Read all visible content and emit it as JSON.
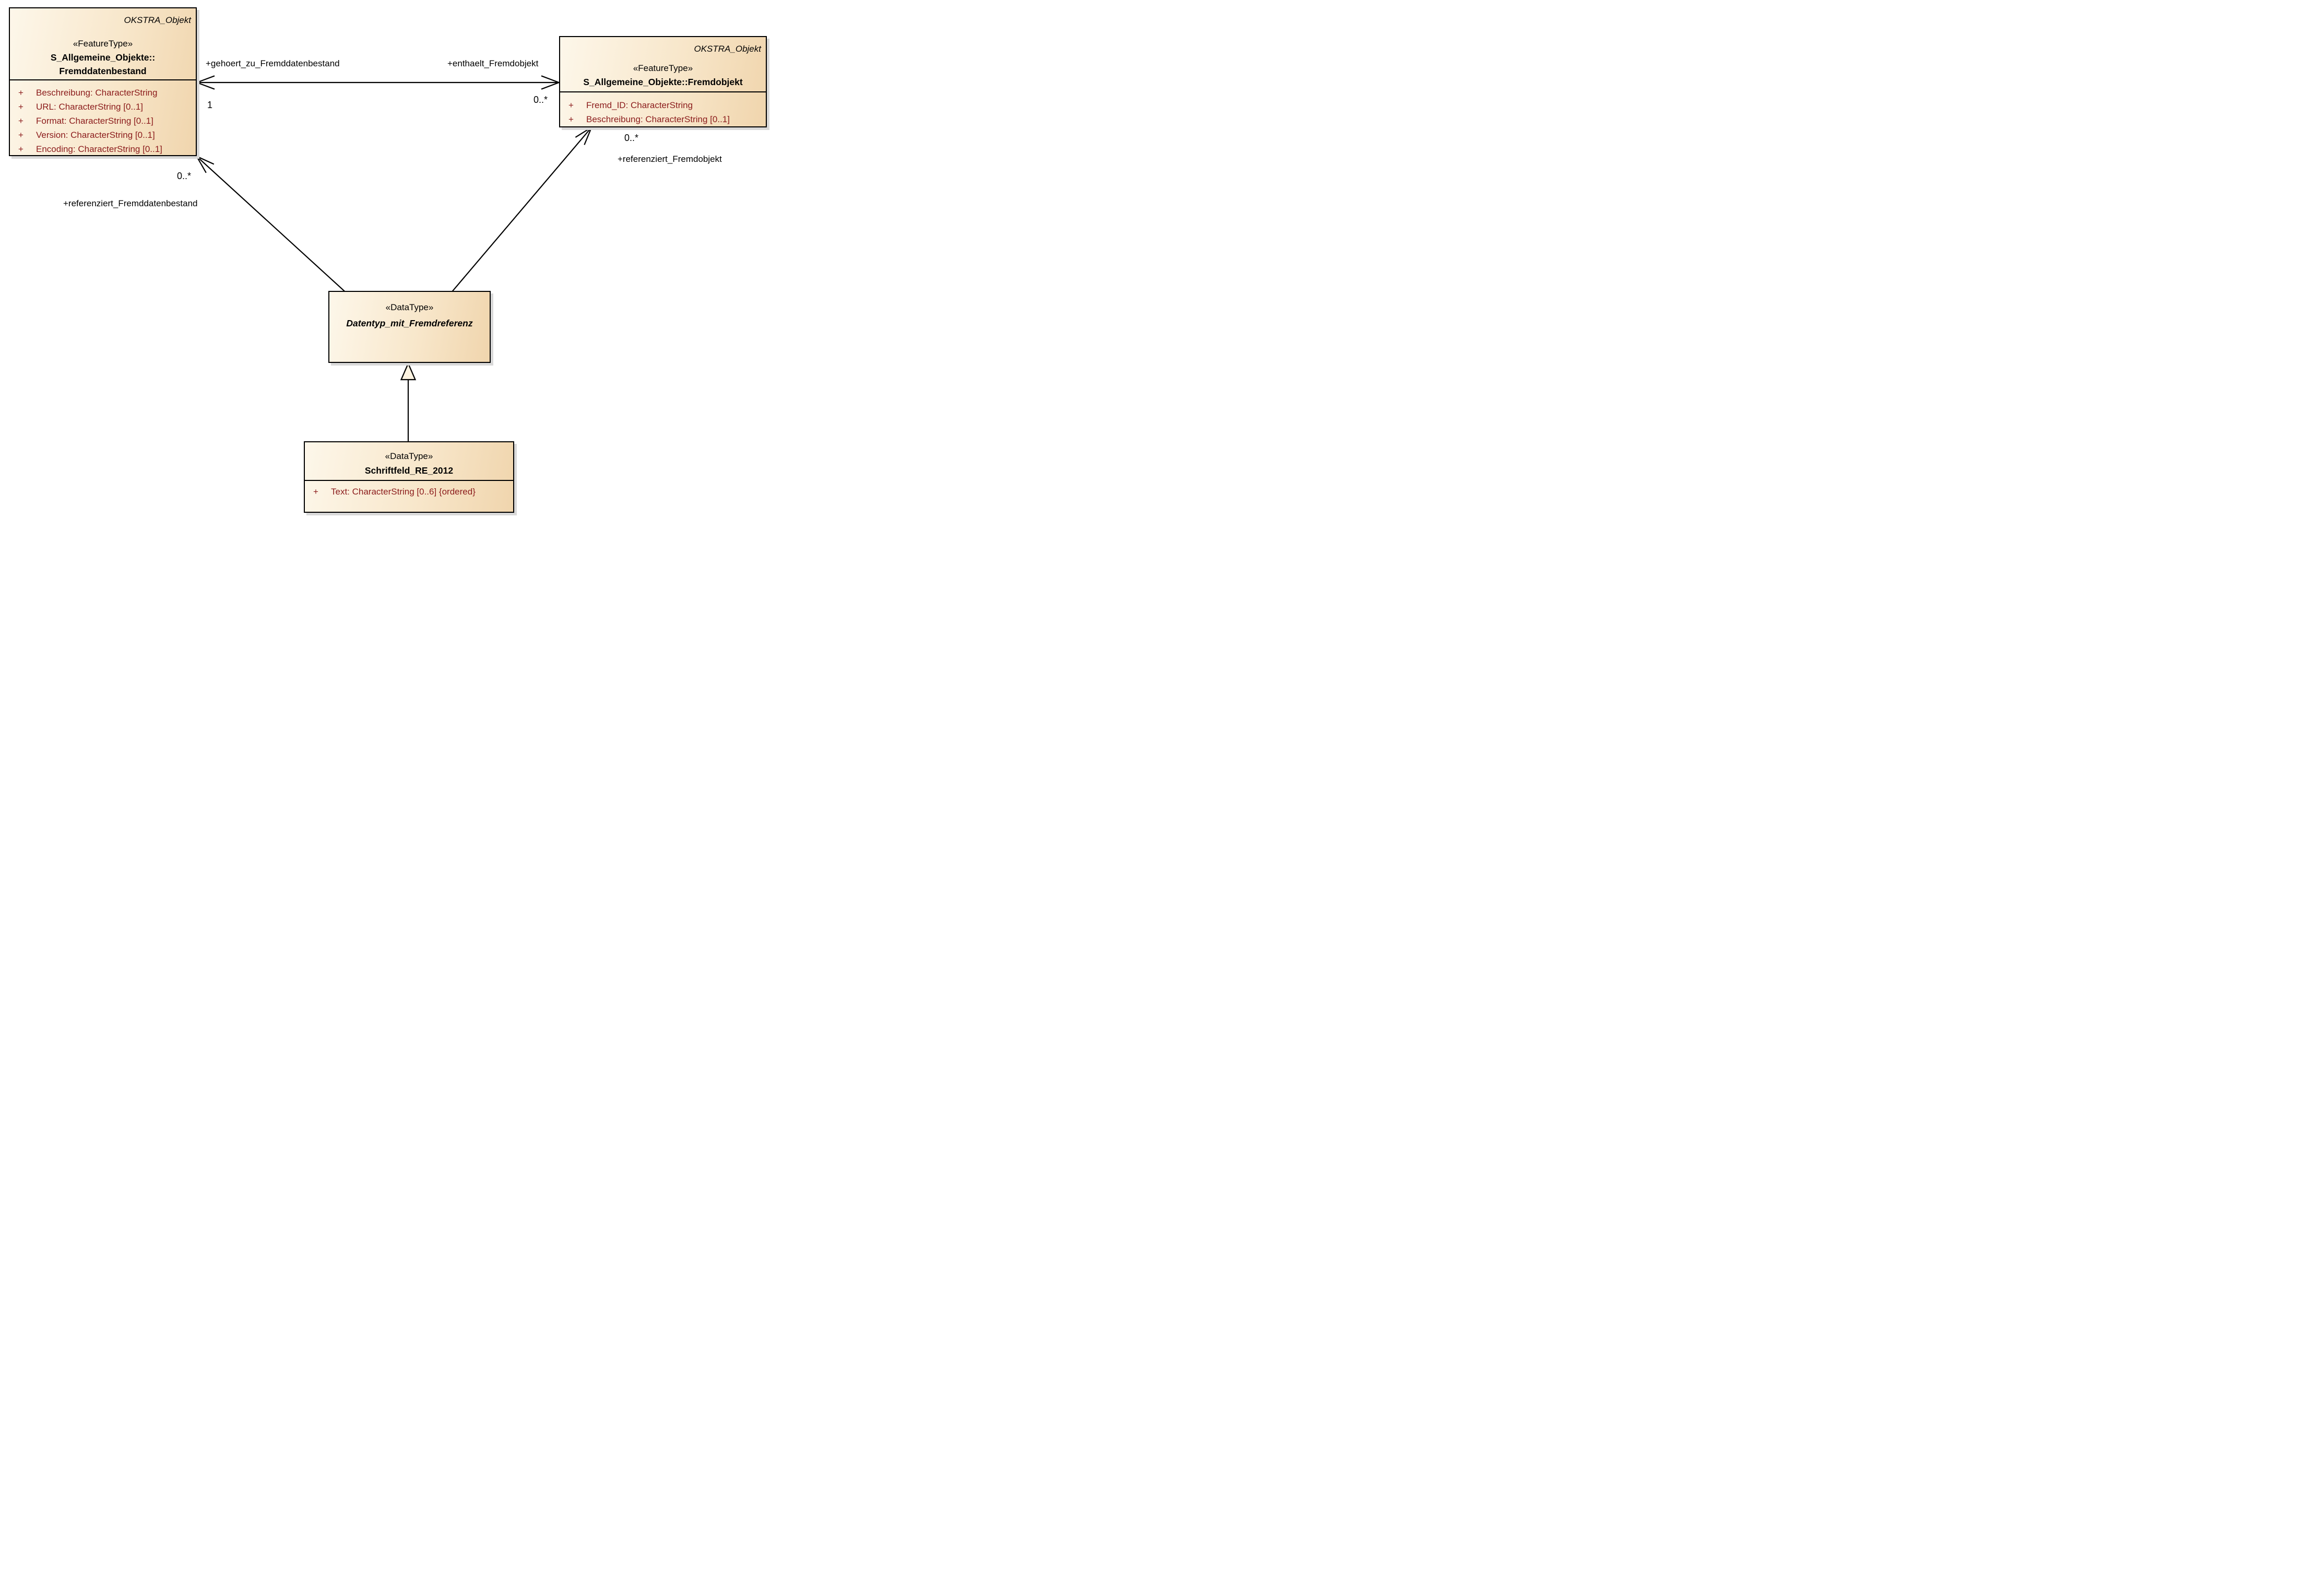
{
  "diagram": {
    "colors": {
      "box_fill_light": "#fdf7ea",
      "box_fill_dark": "#f0d5ad",
      "box_border": "#000000",
      "attribute_text": "#8b1b1b",
      "shadow": "#d9d9d9",
      "line": "#000000"
    },
    "classes": {
      "fremddatenbestand": {
        "package": "OKSTRA_Objekt",
        "stereotype": "«FeatureType»",
        "name_line1": "S_Allgemeine_Objekte::",
        "name_line2": "Fremddatenbestand",
        "attributes": [
          {
            "vis": "+",
            "text": "Beschreibung: CharacterString"
          },
          {
            "vis": "+",
            "text": "URL: CharacterString [0..1]"
          },
          {
            "vis": "+",
            "text": "Format: CharacterString [0..1]"
          },
          {
            "vis": "+",
            "text": "Version: CharacterString [0..1]"
          },
          {
            "vis": "+",
            "text": "Encoding: CharacterString [0..1]"
          }
        ]
      },
      "fremdobjekt": {
        "package": "OKSTRA_Objekt",
        "stereotype": "«FeatureType»",
        "name": "S_Allgemeine_Objekte::Fremdobjekt",
        "attributes": [
          {
            "vis": "+",
            "text": "Fremd_ID: CharacterString"
          },
          {
            "vis": "+",
            "text": "Beschreibung: CharacterString [0..1]"
          }
        ]
      },
      "datentyp_mit_fremdreferenz": {
        "stereotype": "«DataType»",
        "name": "Datentyp_mit_Fremdreferenz"
      },
      "schriftfeld_re_2012": {
        "stereotype": "«DataType»",
        "name": "Schriftfeld_RE_2012",
        "attributes": [
          {
            "vis": "+",
            "text": "Text: CharacterString [0..6] {ordered}"
          }
        ]
      }
    },
    "associations": {
      "enthaelt": {
        "role_left": "+gehoert_zu_Fremddatenbestand",
        "role_right": "+enthaelt_Fremdobjekt",
        "mult_left": "1",
        "mult_right": "0..*"
      },
      "ref_fremddatenbestand": {
        "role": "+referenziert_Fremddatenbestand",
        "mult": "0..*"
      },
      "ref_fremdobjekt": {
        "role": "+referenziert_Fremdobjekt",
        "mult": "0..*"
      }
    }
  }
}
